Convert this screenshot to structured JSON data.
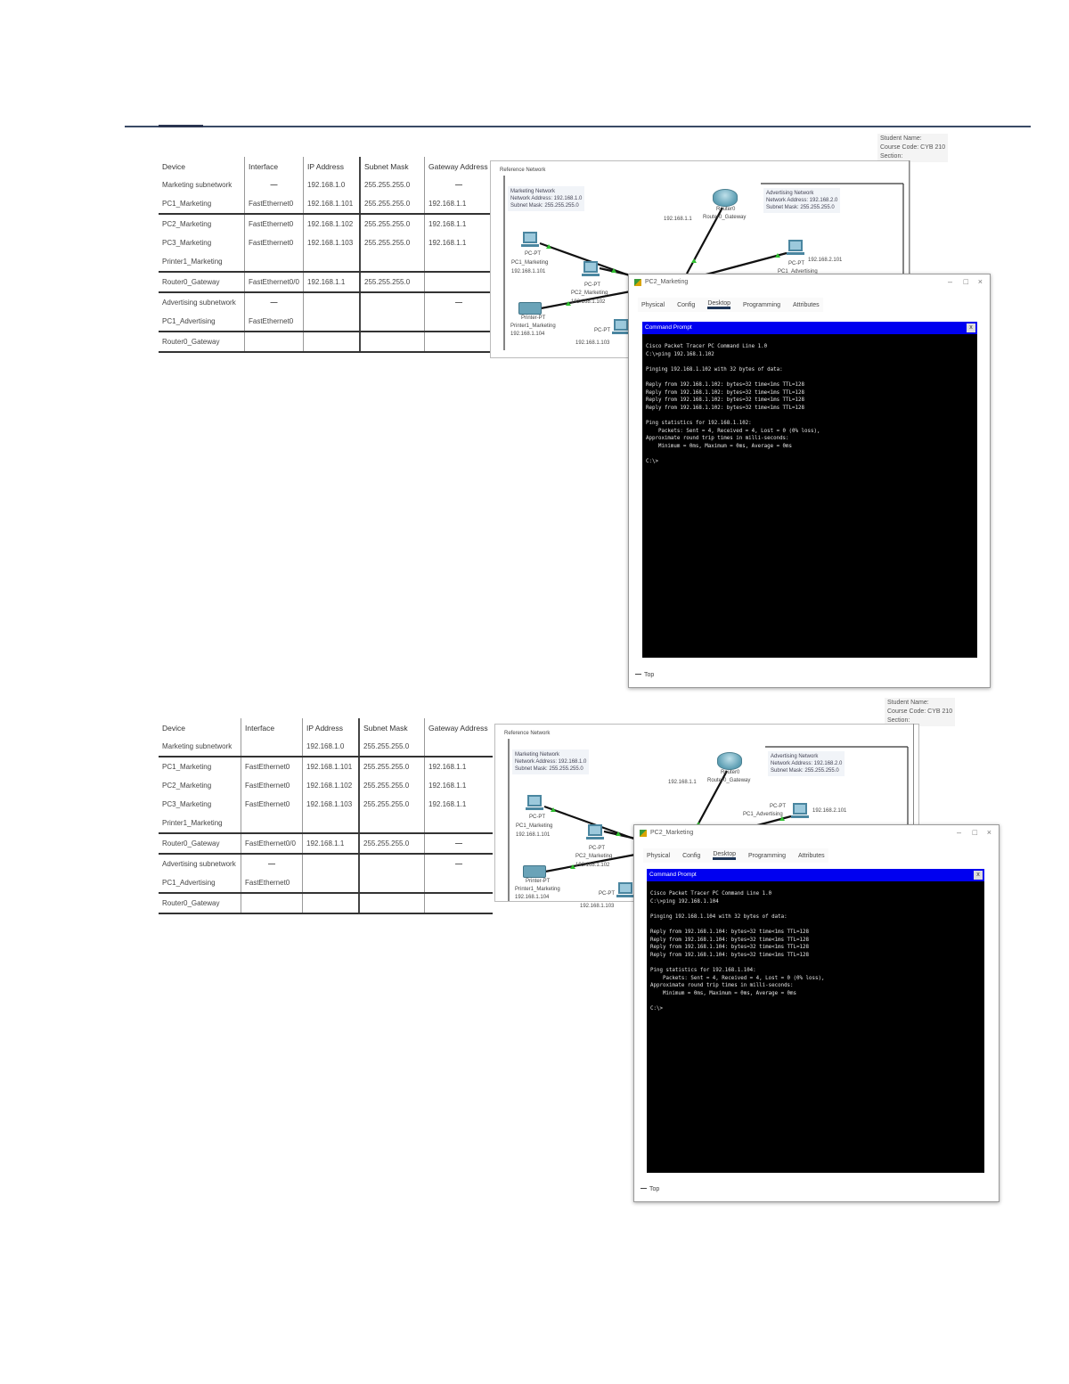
{
  "sections": [
    {
      "meta": [
        "Student Name:",
        "Course Code: CYB 210",
        "Section:"
      ],
      "table": {
        "headers": [
          "Device",
          "Interface",
          "IP Address",
          "Subnet Mask",
          "Gateway Address"
        ],
        "rows": [
          [
            "Marketing subnetwork",
            "—",
            "192.168.1.0",
            "255.255.255.0",
            "—"
          ],
          [
            "PC1_Marketing",
            "FastEthernet0",
            "192.168.1.101",
            "255.255.255.0",
            "192.168.1.1"
          ],
          [
            "PC2_Marketing",
            "FastEthernet0",
            "192.168.1.102",
            "255.255.255.0",
            "192.168.1.1"
          ],
          [
            "PC3_Marketing",
            "FastEthernet0",
            "192.168.1.103",
            "255.255.255.0",
            "192.168.1.1"
          ],
          [
            "Printer1_Marketing",
            "",
            "",
            "",
            ""
          ],
          [
            "Router0_Gateway",
            "FastEthernet0/0",
            "192.168.1.1",
            "255.255.255.0",
            ""
          ],
          [
            "Advertising subnetwork",
            "—",
            "",
            "",
            "—"
          ],
          [
            "PC1_Advertising",
            "FastEthernet0",
            "",
            "",
            ""
          ],
          [
            "Router0_Gateway",
            "",
            "",
            "",
            ""
          ]
        ]
      },
      "diagram": {
        "title": "Reference Network",
        "marketing_info": [
          "Marketing Network",
          "Network Address: 192.168.1.0",
          "Subnet Mask: 255.255.255.0"
        ],
        "advertising_info": [
          "Advertising Network",
          "Network Address: 192.168.2.0",
          "Subnet Mask: 255.255.255.0"
        ],
        "router": {
          "type": "Router0",
          "name": "Router0_Gateway",
          "ip": "192.168.1.1"
        },
        "pc1": {
          "type": "PC-PT",
          "name": "PC1_Marketing",
          "ip": "192.168.1.101"
        },
        "pc2": {
          "type": "PC-PT",
          "name": "PC2_Marketing",
          "ip": "192.168.1.102"
        },
        "printer": {
          "type": "Printer-PT",
          "name": "Printer1_Marketing",
          "ip": "192.168.1.104"
        },
        "pc3": {
          "type": "PC-PT",
          "ip": "192.168.1.103"
        },
        "adv_pc": {
          "type": "PC-PT",
          "name": "PC1_Advertising",
          "ip": "192.168.2.101"
        }
      },
      "window": {
        "title": "PC2_Marketing",
        "tabs": [
          "Physical",
          "Config",
          "Desktop",
          "Programming",
          "Attributes"
        ],
        "active_tab": "Desktop",
        "cmd_title": "Command Prompt",
        "terminal": "Cisco Packet Tracer PC Command Line 1.0\nC:\\>ping 192.168.1.102\n\nPinging 192.168.1.102 with 32 bytes of data:\n\nReply from 192.168.1.102: bytes=32 time<1ms TTL=128\nReply from 192.168.1.102: bytes=32 time<1ms TTL=128\nReply from 192.168.1.102: bytes=32 time<1ms TTL=128\nReply from 192.168.1.102: bytes=32 time<1ms TTL=128\n\nPing statistics for 192.168.1.102:\n    Packets: Sent = 4, Received = 4, Lost = 0 (0% loss),\nApproximate round trip times in milli-seconds:\n    Minimum = 0ms, Maximum = 0ms, Average = 0ms\n\nC:\\>",
        "top_label": "Top"
      }
    },
    {
      "meta": [
        "Student Name:",
        "Course Code: CYB 210",
        "Section:"
      ],
      "table": {
        "headers": [
          "Device",
          "Interface",
          "IP Address",
          "Subnet Mask",
          "Gateway Address"
        ],
        "rows": [
          [
            "Marketing subnetwork",
            "",
            "192.168.1.0",
            "255.255.255.0",
            ""
          ],
          [
            "PC1_Marketing",
            "FastEthernet0",
            "192.168.1.101",
            "255.255.255.0",
            "192.168.1.1"
          ],
          [
            "PC2_Marketing",
            "FastEthernet0",
            "192.168.1.102",
            "255.255.255.0",
            "192.168.1.1"
          ],
          [
            "PC3_Marketing",
            "FastEthernet0",
            "192.168.1.103",
            "255.255.255.0",
            "192.168.1.1"
          ],
          [
            "Printer1_Marketing",
            "",
            "",
            "",
            ""
          ],
          [
            "Router0_Gateway",
            "FastEthernet0/0",
            "192.168.1.1",
            "255.255.255.0",
            "—"
          ],
          [
            "Advertising subnetwork",
            "—",
            "",
            "",
            "—"
          ],
          [
            "PC1_Advertising",
            "FastEthernet0",
            "",
            "",
            ""
          ],
          [
            "Router0_Gateway",
            "",
            "",
            "",
            ""
          ]
        ]
      },
      "diagram": {
        "title": "Reference Network",
        "marketing_info": [
          "Marketing Network",
          "Network Address: 192.168.1.0",
          "Subnet Mask: 255.255.255.0"
        ],
        "advertising_info": [
          "Advertising Network",
          "Network Address: 192.168.2.0",
          "Subnet Mask: 255.255.255.0"
        ],
        "router": {
          "type": "Router0",
          "name": "Router0_Gateway",
          "ip": "192.168.1.1"
        },
        "pc1": {
          "type": "PC-PT",
          "name": "PC1_Marketing",
          "ip": "192.168.1.101"
        },
        "pc2": {
          "type": "PC-PT",
          "name": "PC2_Marketing",
          "ip": "192.168.1.102"
        },
        "printer": {
          "type": "Printer-PT",
          "name": "Printer1_Marketing",
          "ip": "192.168.1.104"
        },
        "pc3": {
          "type": "PC-PT",
          "ip": "192.168.1.103"
        },
        "adv_pc": {
          "type": "PC-PT",
          "name": "PC1_Advertising",
          "ip": "192.168.2.101"
        }
      },
      "window": {
        "title": "PC2_Marketing",
        "tabs": [
          "Physical",
          "Config",
          "Desktop",
          "Programming",
          "Attributes"
        ],
        "active_tab": "Desktop",
        "cmd_title": "Command Prompt",
        "terminal": "Cisco Packet Tracer PC Command Line 1.0\nC:\\>ping 192.168.1.104\n\nPinging 192.168.1.104 with 32 bytes of data:\n\nReply from 192.168.1.104: bytes=32 time<1ms TTL=128\nReply from 192.168.1.104: bytes=32 time<1ms TTL=128\nReply from 192.168.1.104: bytes=32 time<1ms TTL=128\nReply from 192.168.1.104: bytes=32 time<1ms TTL=128\n\nPing statistics for 192.168.1.104:\n    Packets: Sent = 4, Received = 4, Lost = 0 (0% loss),\nApproximate round trip times in milli-seconds:\n    Minimum = 0ms, Maximum = 0ms, Average = 0ms\n\nC:\\>",
        "top_label": "Top"
      }
    }
  ],
  "colors": {
    "rule": "#3a4a66",
    "cmd_bar": "#0000f0",
    "terminal_bg": "#000000",
    "link": "#111111",
    "link_up": "#2fbf2f"
  }
}
